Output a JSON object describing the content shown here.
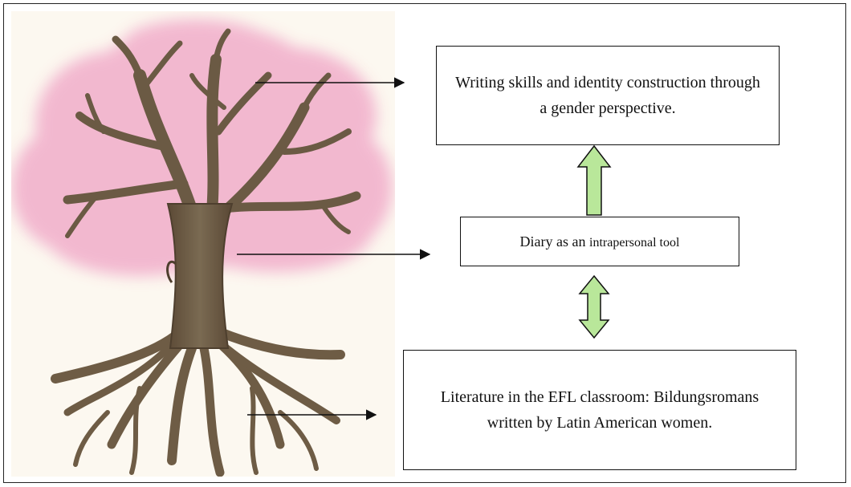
{
  "boxes": {
    "writing": "Writing skills and identity construction through a gender perspective.",
    "diary_main": "Diary as an",
    "diary_small": "intrapersonal tool",
    "literature": "Literature in the EFL classroom: Bildungsromans written by Latin American women."
  },
  "colors": {
    "canopy": "#f2b3cd",
    "trunk": "#6b5a44",
    "arrow_fill": "#b9e79a",
    "background_panel": "#fcf8f0"
  }
}
